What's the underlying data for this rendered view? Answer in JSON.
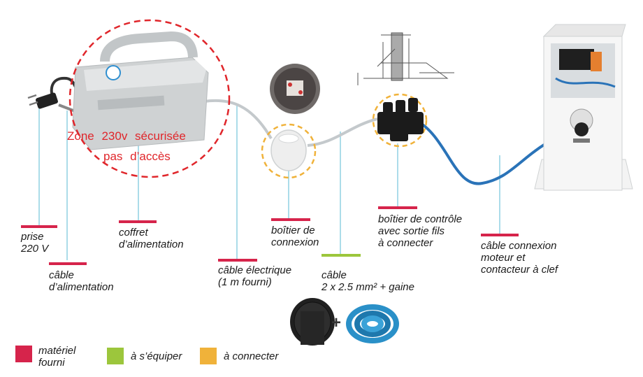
{
  "colors": {
    "fourni": "#d6244b",
    "equiper": "#9cc63c",
    "connecter": "#f0b23a",
    "zone": "#e0262b",
    "leader": "#8fd0e2"
  },
  "zone_label": {
    "line1": "Zone 230v sécurisée",
    "line2": "pas d’accès"
  },
  "labels": {
    "prise": "prise\n220 V",
    "cable_alim": "câble\nd’alimentation",
    "coffret": "coffret\nd’alimentation",
    "cable_elec": "câble électrique\n(1 m fourni)",
    "boitier_connexion": "boîtier de\nconnexion",
    "cable_gaine": "câble\n2 x 2.5 mm² + gaine",
    "boitier_controle": "boîtier de contrôle\navec sortie fils\nà connecter",
    "cable_moteur": "câble connexion\nmoteur et\ncontacteur à clef"
  },
  "legend": [
    {
      "text": "matériel\nfourni",
      "color_key": "fourni"
    },
    {
      "text": "à s’équiper",
      "color_key": "equiper"
    },
    {
      "text": "à connecter",
      "color_key": "connecter"
    }
  ],
  "plus_sign": "+"
}
